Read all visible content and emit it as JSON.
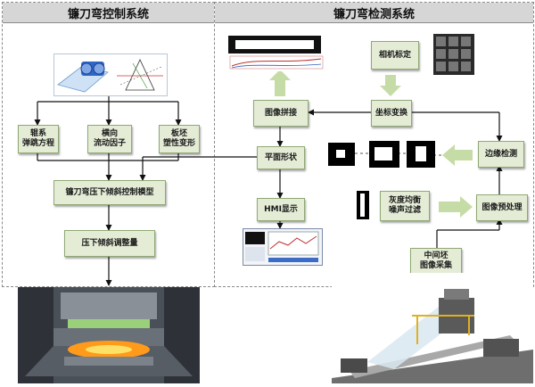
{
  "left_panel": {
    "title": "镰刀弯控制系统",
    "boxes": {
      "roll_system": "辊系\n弹跳方程",
      "lateral_flow": "横向\n流动因子",
      "billet_plastic": "板坯\n塑性变形",
      "control_model": "镰刀弯压下倾斜控制模型",
      "adjust_amount": "压下倾斜调整量"
    }
  },
  "right_panel": {
    "title": "镰刀弯检测系统",
    "boxes": {
      "image_stitch": "图像拼接",
      "camera_calib": "相机标定",
      "coord_transform": "坐标变换",
      "plane_shape": "平面形状",
      "edge_detect": "边缘检测",
      "hmi_display": "HMI显示",
      "gray_denoise": "灰度均衡\n噪声过滤",
      "image_preprocess": "图像预处理",
      "intermediate_capture": "中间坯\n图像采集"
    }
  },
  "colors": {
    "box_fill": "#e4ecd6",
    "box_border": "#8fa874",
    "flow_arrow": "#c6dca6",
    "panel_header": "#d6d6d6"
  }
}
